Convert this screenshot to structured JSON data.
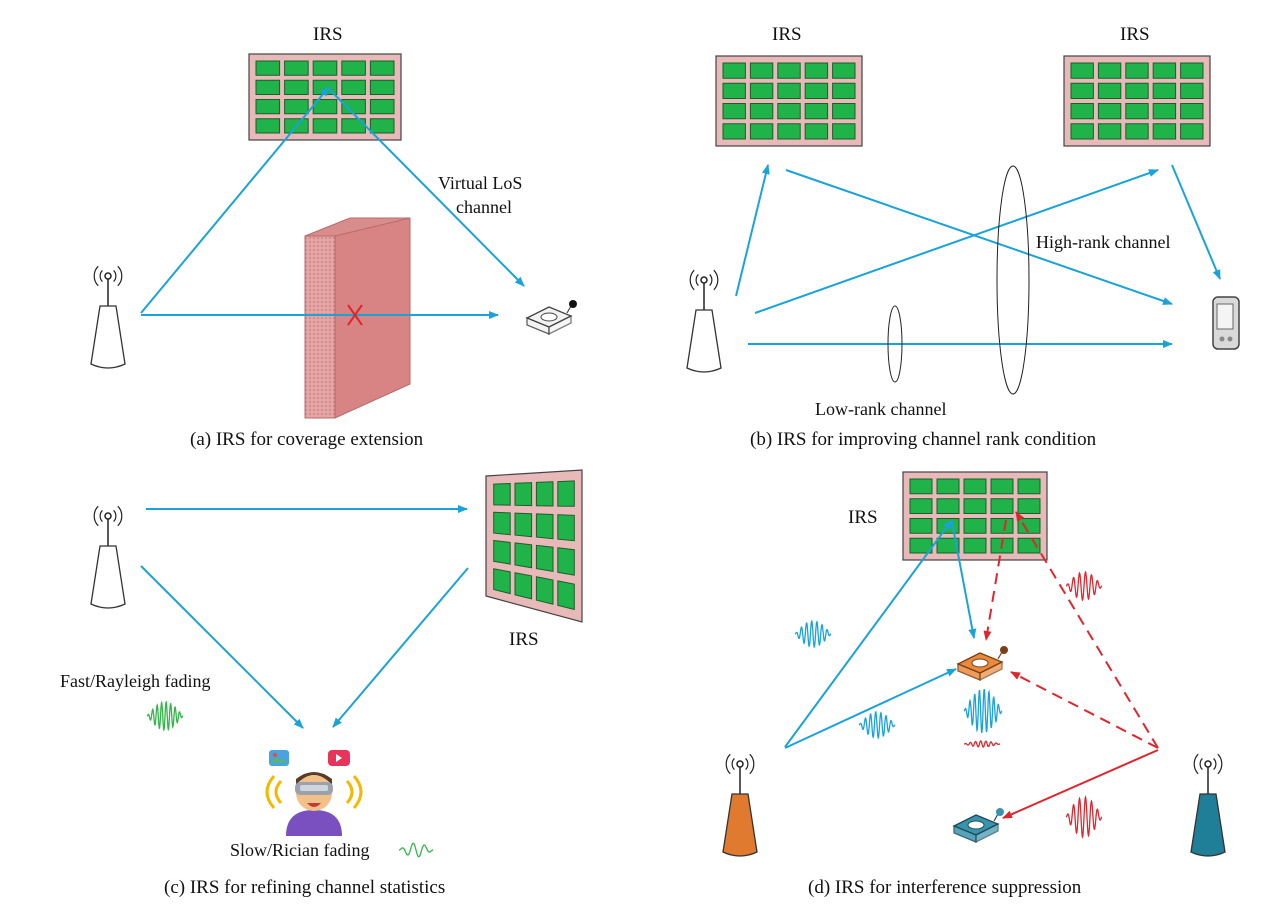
{
  "colors": {
    "arrow_blue": "#1aa3d9",
    "interference_red": "#e0262d",
    "irs_panel": "#e8b9b9",
    "irs_element": "#1fb34a",
    "wave_green": "#33b54a",
    "orange_bs": "#e07a2e",
    "teal_bs": "#1f7f99"
  },
  "panel_a": {
    "irs_label": "IRS",
    "virtual_los_line1": "Virtual LoS",
    "virtual_los_line2": "channel",
    "caption": "(a) IRS for coverage extension"
  },
  "panel_b": {
    "irs_left_label": "IRS",
    "irs_right_label": "IRS",
    "high_rank_label": "High-rank channel",
    "low_rank_label": "Low-rank channel",
    "caption": "(b) IRS for improving channel rank condition"
  },
  "panel_c": {
    "irs_label": "IRS",
    "fast_fading_label": "Fast/Rayleigh  fading",
    "slow_fading_label": "Slow/Rician fading",
    "caption": "(c) IRS for refining channel statistics"
  },
  "panel_d": {
    "irs_label": "IRS",
    "caption": "(d) IRS for interference suppression"
  }
}
